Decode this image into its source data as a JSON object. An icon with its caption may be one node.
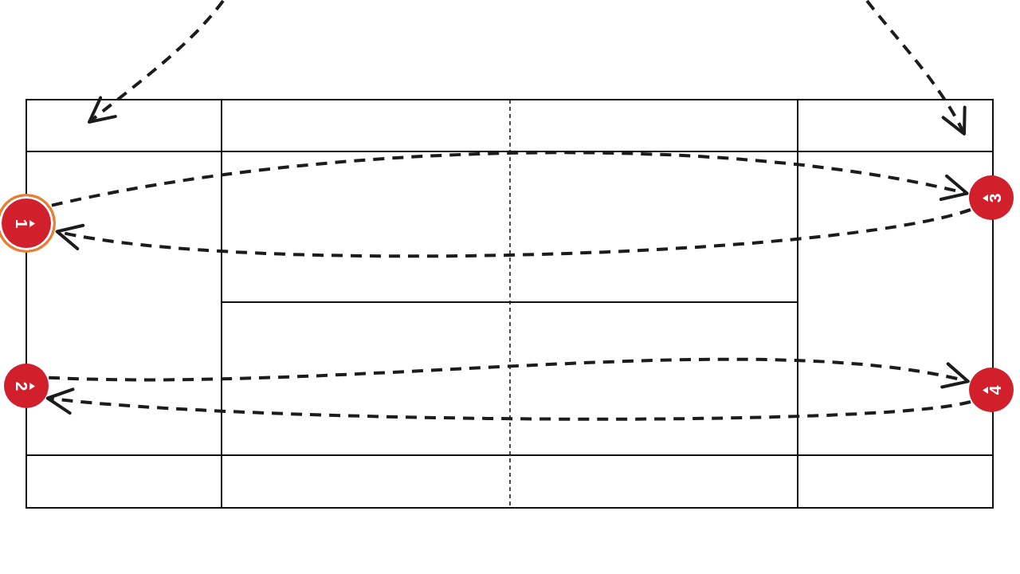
{
  "diagram": {
    "nodes": [
      {
        "text": [
          "1"
        ]
      },
      {
        "text": [
          "2"
        ]
      },
      {
        "text": [
          "3"
        ]
      },
      {
        "text": [
          "4"
        ]
      }
    ],
    "edges": [
      {
        "from": 0,
        "to": 2,
        "arrow": "to",
        "style": "dashed"
      },
      {
        "from": 2,
        "to": 0,
        "arrow": "to",
        "style": "dashed"
      },
      {
        "from": 1,
        "to": 3,
        "arrow": "to",
        "style": "dashed"
      },
      {
        "from": 3,
        "to": 1,
        "arrow": "to",
        "style": "dashed"
      }
    ]
  }
}
